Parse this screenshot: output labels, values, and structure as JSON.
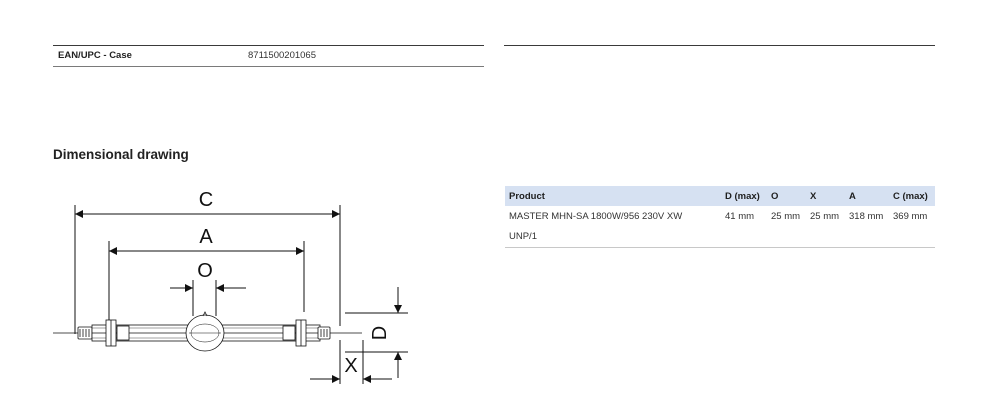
{
  "ean": {
    "label": "EAN/UPC - Case",
    "value": "8711500201065"
  },
  "section_title": "Dimensional drawing",
  "drawing": {
    "labels": {
      "C": "C",
      "A": "A",
      "O": "O",
      "D": "D",
      "X": "X"
    }
  },
  "table": {
    "headers": {
      "product": "Product",
      "d_max": "D (max)",
      "o": "O",
      "x": "X",
      "a": "A",
      "c_max": "C (max)"
    },
    "row": {
      "product_line1": "MASTER MHN-SA 1800W/956 230V XW",
      "product_line2": "UNP/1",
      "d_max": "41 mm",
      "o": "25 mm",
      "x": "25 mm",
      "a": "318 mm",
      "c_max": "369 mm"
    }
  }
}
